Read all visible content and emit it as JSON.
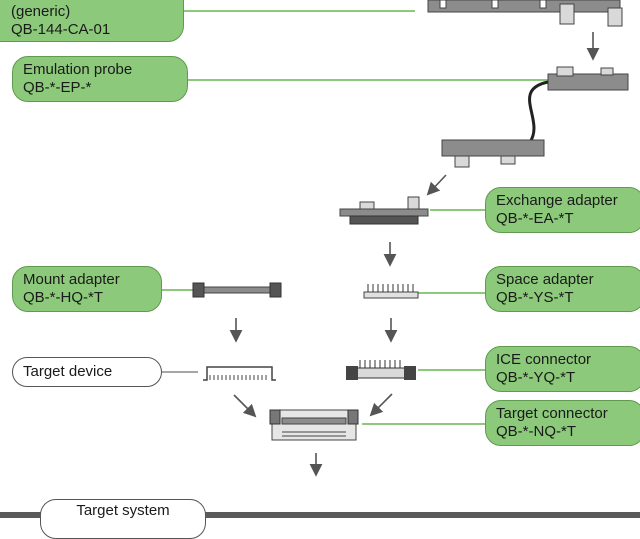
{
  "labels": {
    "generic_cable": {
      "line1": "(generic)",
      "line2": "QB-144-CA-01"
    },
    "emulation_probe": {
      "line1": "Emulation probe",
      "line2": "QB-*-EP-*"
    },
    "exchange_adapter": {
      "line1": "Exchange adapter",
      "line2": "QB-*-EA-*T"
    },
    "mount_adapter": {
      "line1": "Mount adapter",
      "line2": "QB-*-HQ-*T"
    },
    "space_adapter": {
      "line1": "Space adapter",
      "line2": "QB-*-YS-*T"
    },
    "target_device": {
      "line1": "Target device"
    },
    "ice_connector": {
      "line1": "ICE connector",
      "line2": "QB-*-YQ-*T"
    },
    "target_connector": {
      "line1": "Target connector",
      "line2": "QB-*-NQ-*T"
    },
    "target_system": {
      "line1": "Target system"
    }
  },
  "colors": {
    "label_fill": "#8cc97a",
    "label_border": "#5f9a4e",
    "leader_line": "#8cc97a",
    "part_gray": "#8c8c8c"
  }
}
